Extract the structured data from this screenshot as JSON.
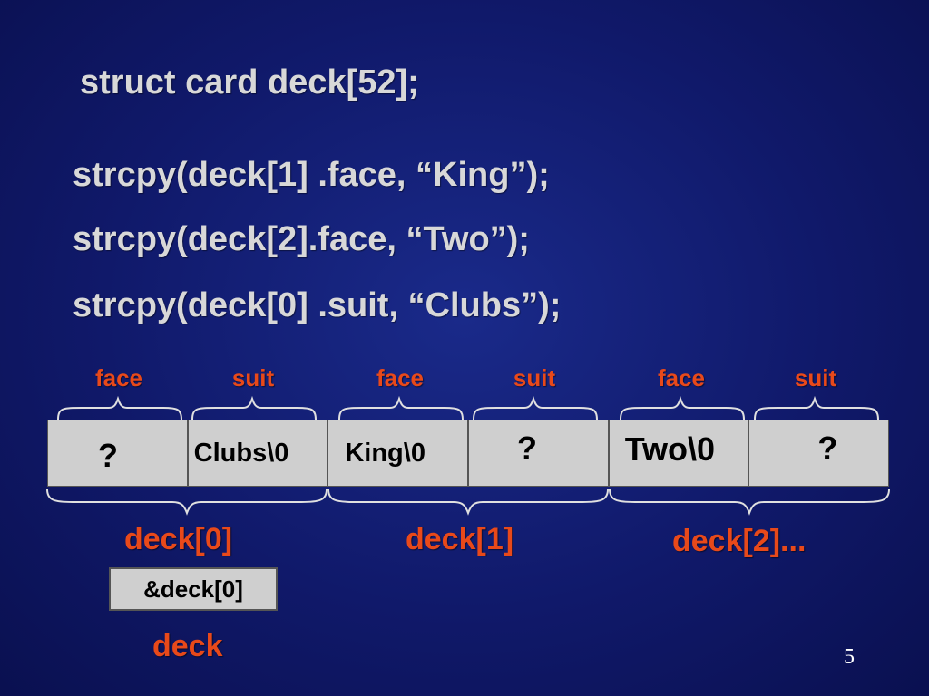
{
  "code": {
    "title": "struct card deck[52];",
    "line_1": "strcpy(deck[1] .face, “King”);",
    "line_2": "strcpy(deck[2].face, “Two”);",
    "line_3": "strcpy(deck[0] .suit, “Clubs”);"
  },
  "diagram": {
    "field_labels": [
      "face",
      "suit",
      "face",
      "suit",
      "face",
      "suit"
    ],
    "cells": [
      "?",
      "Clubs\\0",
      "King\\0",
      "?",
      "Two\\0",
      "?"
    ],
    "struct_labels": [
      "deck[0]",
      "deck[1]",
      "deck[2]..."
    ],
    "pointer_box": "&deck[0]",
    "pointer_label": "deck"
  },
  "colors": {
    "background": "#10196a",
    "code_text": "#d8d8d8",
    "label_accent": "#e8491a",
    "cell_fill": "#cfcfcf"
  },
  "page_number": "5"
}
